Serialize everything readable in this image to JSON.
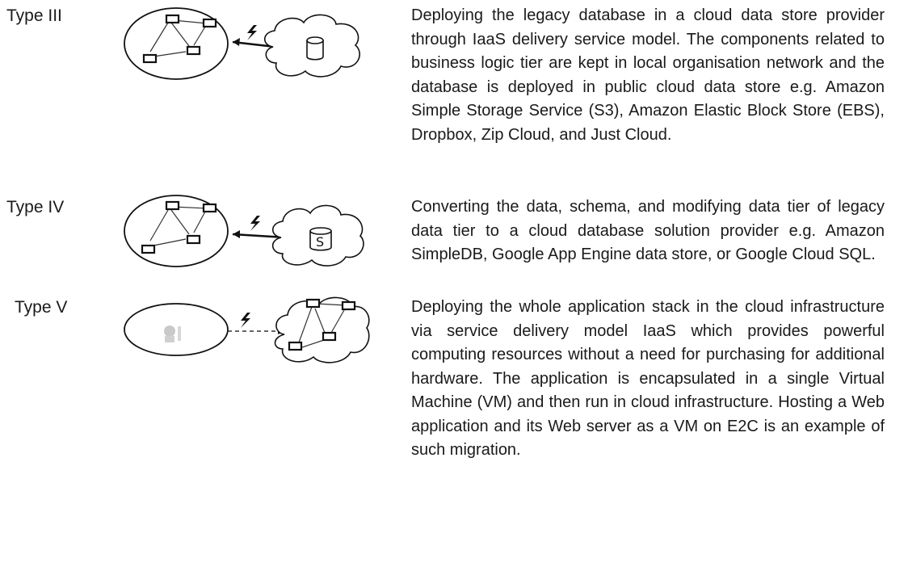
{
  "rows": [
    {
      "label": "Type III",
      "description": "Deploying the legacy database in a cloud data store provider through IaaS delivery service model. The components related to business logic tier are kept in local organisation network and the database is deployed in public cloud data store e.g. Amazon Simple Storage Service (S3), Amazon Elastic Block Store (EBS), Dropbox, Zip Cloud, and Just Cloud."
    },
    {
      "label": "Type IV",
      "description": "Converting the data, schema, and modifying data tier of legacy data tier to a cloud database solution provider e.g. Amazon SimpleDB, Google App Engine data store, or Google Cloud SQL.",
      "db_symbol": "S"
    },
    {
      "label": "Type V",
      "description": "Deploying the whole application stack in the cloud infrastructure via service delivery model IaaS which provides powerful computing resources without a need for purchasing for additional hardware. The application is encapsulated in a single Virtual Machine (VM) and then run in cloud infrastructure. Hosting a Web application and its Web server as a VM on E2C is an example of such migration."
    }
  ]
}
